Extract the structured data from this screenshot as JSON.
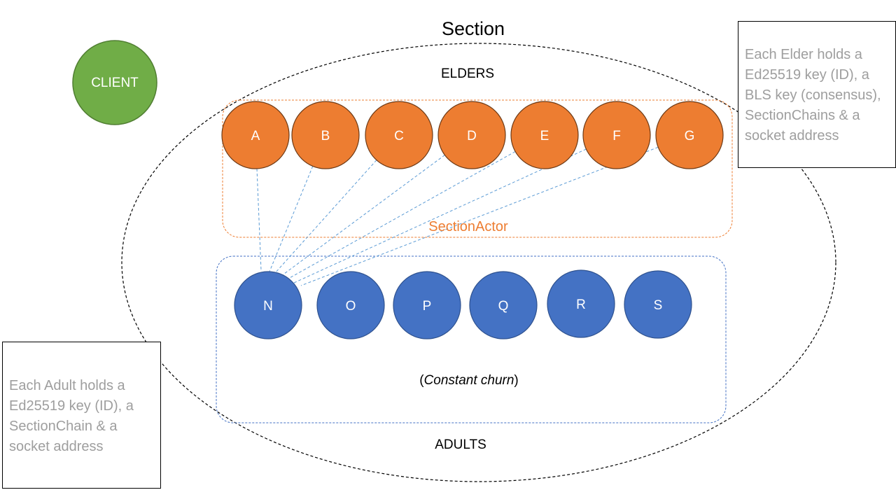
{
  "title": "Section",
  "client": {
    "label": "CLIENT"
  },
  "elders": {
    "label": "ELDERS",
    "nodes": [
      "A",
      "B",
      "C",
      "D",
      "E",
      "F",
      "G"
    ]
  },
  "section_actor": {
    "label": "SectionActor"
  },
  "adults": {
    "label": "ADULTS",
    "nodes": [
      "N",
      "O",
      "P",
      "Q",
      "R",
      "S"
    ],
    "churn_open": "(",
    "churn_text": "Constant churn",
    "churn_close": ")"
  },
  "notes": {
    "elder": [
      "Each Elder holds a",
      "Ed25519 key (ID), a",
      "BLS key (consensus),",
      "SectionChains & a",
      "socket address"
    ],
    "adult": [
      "Each Adult holds a",
      "Ed25519 key (ID),  a",
      "SectionChain & a",
      "socket address"
    ]
  },
  "colors": {
    "client_fill": "#70ad47",
    "client_stroke": "#507e32",
    "elder_fill": "#ed7d31",
    "elder_stroke": "#6d3a16",
    "adult_fill": "#4472c4",
    "adult_stroke": "#2f528f",
    "actor_text": "#ed7d31",
    "link": "#5b9bd5"
  }
}
